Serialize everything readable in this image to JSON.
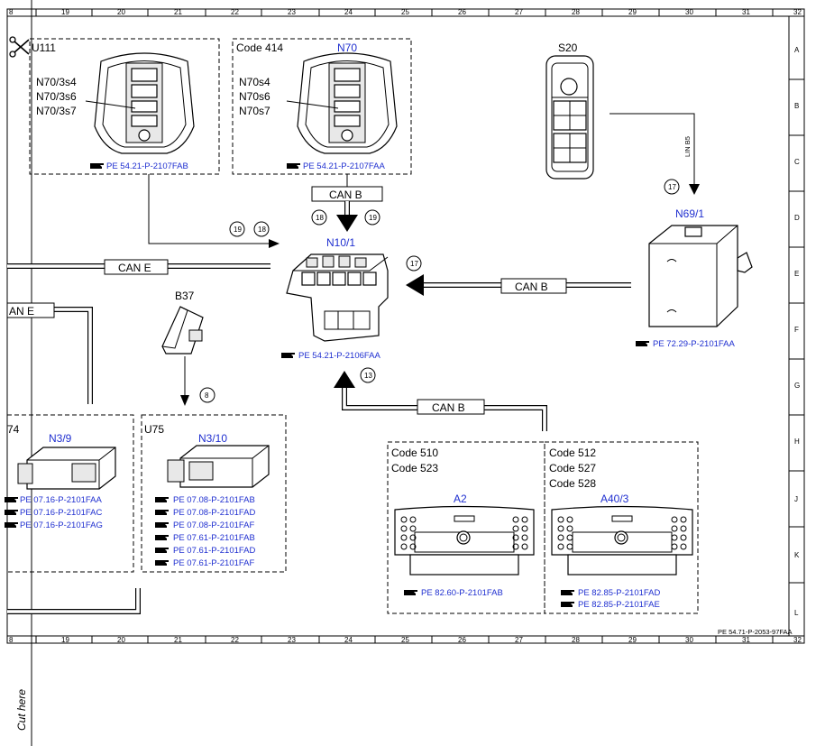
{
  "grid": {
    "columns": [
      "8",
      "19",
      "20",
      "21",
      "22",
      "23",
      "24",
      "25",
      "26",
      "27",
      "28",
      "29",
      "30",
      "31",
      "32"
    ],
    "rows": [
      "A",
      "B",
      "C",
      "D",
      "E",
      "F",
      "G",
      "H",
      "J",
      "K",
      "L"
    ]
  },
  "cut_here": "Cut here",
  "scissors_icon": "scissors-icon",
  "ref_icon": "hand-pointer-icon",
  "doc_number": "PE 54.71-P-2053-97FAA",
  "colors": {
    "component_blue": "#1f2fd0"
  },
  "components": {
    "u111": {
      "id": "U111",
      "labels": [
        "N70/3s4",
        "N70/3s6",
        "N70/3s7"
      ],
      "refs": [
        "PE 54.21-P-2107FAB"
      ]
    },
    "n70": {
      "code": "Code 414",
      "id": "N70",
      "labels": [
        "N70s4",
        "N70s6",
        "N70s7"
      ],
      "refs": [
        "PE 54.21-P-2107FAA"
      ]
    },
    "s20": {
      "id": "S20"
    },
    "n69_1": {
      "id": "N69/1",
      "refs": [
        "PE 72.29-P-2101FAA"
      ]
    },
    "n10_1": {
      "id": "N10/1",
      "refs": [
        "PE 54.21-P-2106FAA"
      ]
    },
    "b37": {
      "id": "B37"
    },
    "n3_9": {
      "id_partial": "74",
      "id": "N3/9",
      "refs": [
        "PE 07.16-P-2101FAA",
        "PE 07.16-P-2101FAC",
        "PE 07.16-P-2101FAG"
      ]
    },
    "u75": {
      "id": "U75",
      "sub": "N3/10",
      "refs": [
        "PE 07.08-P-2101FAB",
        "PE 07.08-P-2101FAD",
        "PE 07.08-P-2101FAF",
        "PE 07.61-P-2101FAB",
        "PE 07.61-P-2101FAD",
        "PE 07.61-P-2101FAF"
      ]
    },
    "a2": {
      "codes": [
        "Code 510",
        "Code 523"
      ],
      "id": "A2",
      "refs": [
        "PE 82.60-P-2101FAB"
      ]
    },
    "a40_3": {
      "codes": [
        "Code 512",
        "Code 527",
        "Code 528"
      ],
      "id": "A40/3",
      "refs": [
        "PE 82.85-P-2101FAD",
        "PE 82.85-P-2101FAE"
      ]
    }
  },
  "buses": {
    "can_e": "CAN E",
    "can_e_partial": "AN E",
    "can_b_top": "CAN B",
    "can_b_right": "CAN B",
    "can_b_bottom": "CAN B",
    "lin": "LIN B5"
  },
  "signals": {
    "s19a": "19",
    "s18a": "18",
    "s18b": "18",
    "s19b": "19",
    "s17a": "17",
    "s17b": "17",
    "s13": "13",
    "s8": "8"
  }
}
